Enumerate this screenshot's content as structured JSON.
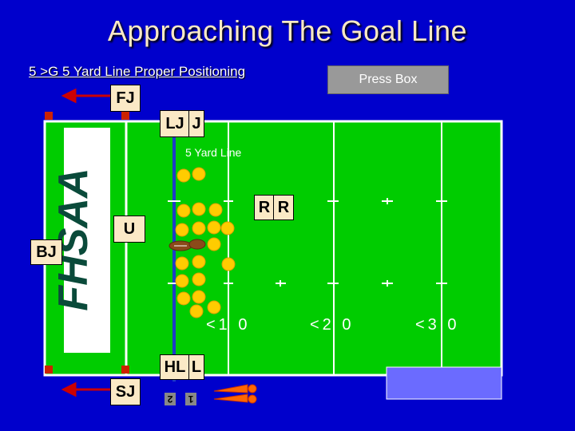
{
  "title": "Approaching The Goal Line",
  "subtitle": "5 >G 5 Yard Line Proper Positioning",
  "press_box": "Press Box",
  "officials": {
    "fj": "FJ",
    "lj": "LJ",
    "j": "J",
    "r1": "R",
    "r2": "R",
    "u": "U",
    "bj": "BJ",
    "hl": "HL",
    "l": "L",
    "sj": "SJ"
  },
  "field": {
    "five_yard_line_label": "5 Yard Line",
    "yard_10": "<1 0",
    "yard_20": "<2 0",
    "yard_30": "<3 0",
    "endzone_text": "FHSAA"
  },
  "chain": {
    "down_box_1": "2",
    "down_box_2": "1"
  },
  "colors": {
    "background": "#0000cc",
    "field": "#00cc00",
    "player": "#ffcc00",
    "official_box": "#fbe9c6",
    "arrow": "#cc0000",
    "pylon": "#cc2200"
  }
}
